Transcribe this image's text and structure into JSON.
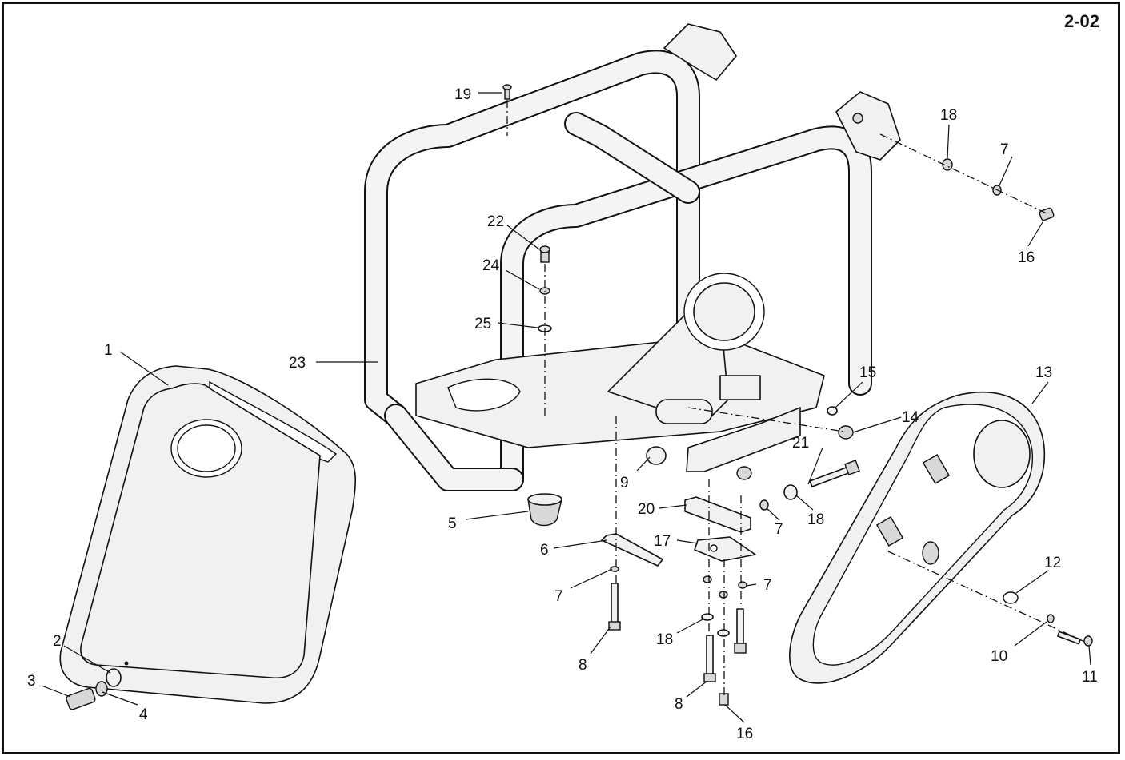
{
  "page_ref": "2-02",
  "callouts": {
    "c1": "1",
    "c2": "2",
    "c3": "3",
    "c4": "4",
    "c5": "5",
    "c6": "6",
    "c7a": "7",
    "c7b": "7",
    "c7c": "7",
    "c7d": "7",
    "c8a": "8",
    "c8b": "8",
    "c9": "9",
    "c10": "10",
    "c11": "11",
    "c12": "12",
    "c13": "13",
    "c14": "14",
    "c15": "15",
    "c16a": "16",
    "c16b": "16",
    "c17": "17",
    "c18a": "18",
    "c18b": "18",
    "c18c": "18",
    "c19": "19",
    "c20": "20",
    "c21": "21",
    "c22": "22",
    "c23": "23",
    "c24": "24",
    "c25": "25"
  }
}
